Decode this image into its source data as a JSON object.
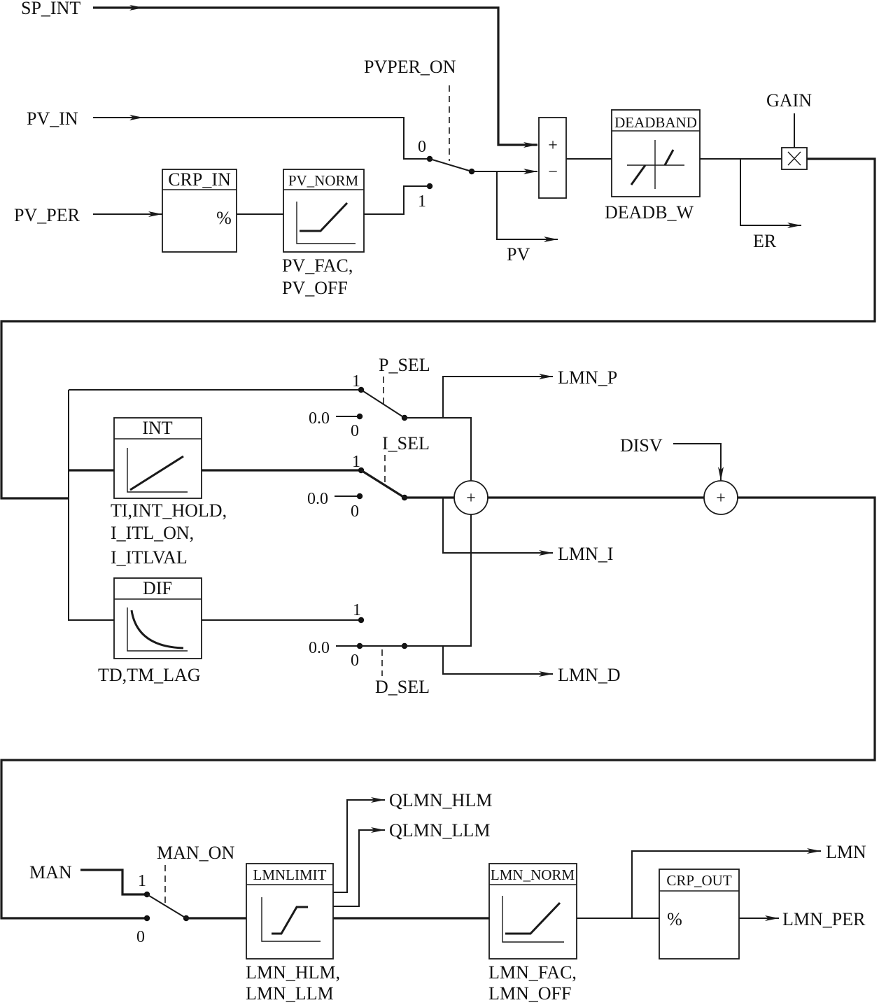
{
  "inputs": {
    "sp_int": "SP_INT",
    "pv_in": "PV_IN",
    "pv_per": "PV_PER",
    "disv": "DISV",
    "man": "MAN"
  },
  "controls": {
    "pvper_on": "PVPER_ON",
    "gain": "GAIN",
    "p_sel": "P_SEL",
    "i_sel": "I_SEL",
    "d_sel": "D_SEL",
    "man_on": "MAN_ON"
  },
  "blocks": {
    "crp_in": {
      "title": "CRP_IN",
      "symbol": "%"
    },
    "pv_norm": {
      "title": "PV_NORM",
      "params": [
        "PV_FAC,",
        "PV_OFF"
      ]
    },
    "deadband": {
      "title": "DEADBAND",
      "param": "DEADB_W"
    },
    "int": {
      "title": "INT",
      "params": [
        "TI,INT_HOLD,",
        "I_ITL_ON,",
        "I_ITLVAL"
      ]
    },
    "dif": {
      "title": "DIF",
      "param": "TD,TM_LAG"
    },
    "lmnlimit": {
      "title": "LMNLIMIT",
      "params": [
        "LMN_HLM,",
        "LMN_LLM"
      ]
    },
    "lmn_norm": {
      "title": "LMN_NORM",
      "params": [
        "LMN_FAC,",
        "LMN_OFF"
      ]
    },
    "crp_out": {
      "title": "CRP_OUT",
      "symbol": "%"
    }
  },
  "outputs": {
    "pv": "PV",
    "er": "ER",
    "lmn_p": "LMN_P",
    "lmn_i": "LMN_I",
    "lmn_d": "LMN_D",
    "qlmn_hlm": "QLMN_HLM",
    "qlmn_llm": "QLMN_LLM",
    "lmn": "LMN",
    "lmn_per": "LMN_PER"
  },
  "switch_labels": {
    "zero": "0",
    "one": "1",
    "zero_value": "0.0"
  },
  "signs": {
    "plus": "+",
    "minus": "−",
    "multiply": "×"
  }
}
